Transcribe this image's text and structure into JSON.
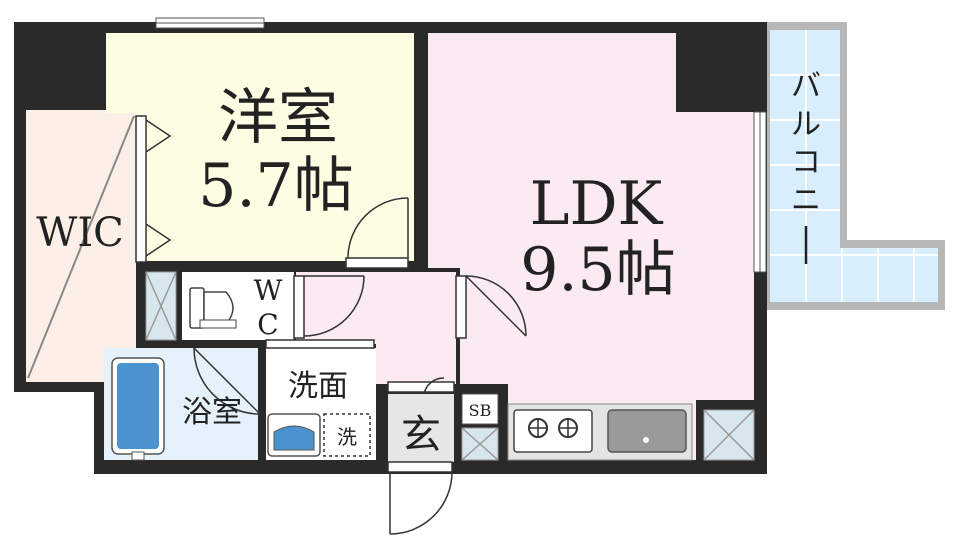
{
  "rooms": {
    "western_room": {
      "name": "洋室",
      "size": "5.7帖"
    },
    "ldk": {
      "name": "LDK",
      "size": "9.5帖"
    },
    "wic": {
      "name": "WIC"
    },
    "bathroom": {
      "name": "浴室"
    },
    "washroom": {
      "name": "洗面"
    },
    "washer_mark": "洗",
    "wc": {
      "line1": "W",
      "line2": "C"
    },
    "entrance": {
      "name": "玄"
    },
    "shoe_box": "SB",
    "balcony": {
      "chars": [
        "バ",
        "ル",
        "コ",
        "ニ",
        "ー"
      ]
    }
  },
  "colors": {
    "wall": "#2a2a2a",
    "western_room": "#fdfde3",
    "ldk": "#fbeaf2",
    "wic": "#fcefe8",
    "bath": "#e6f2fb",
    "balcony": "#d8eefc",
    "kitchen": "#e4e4e4"
  }
}
